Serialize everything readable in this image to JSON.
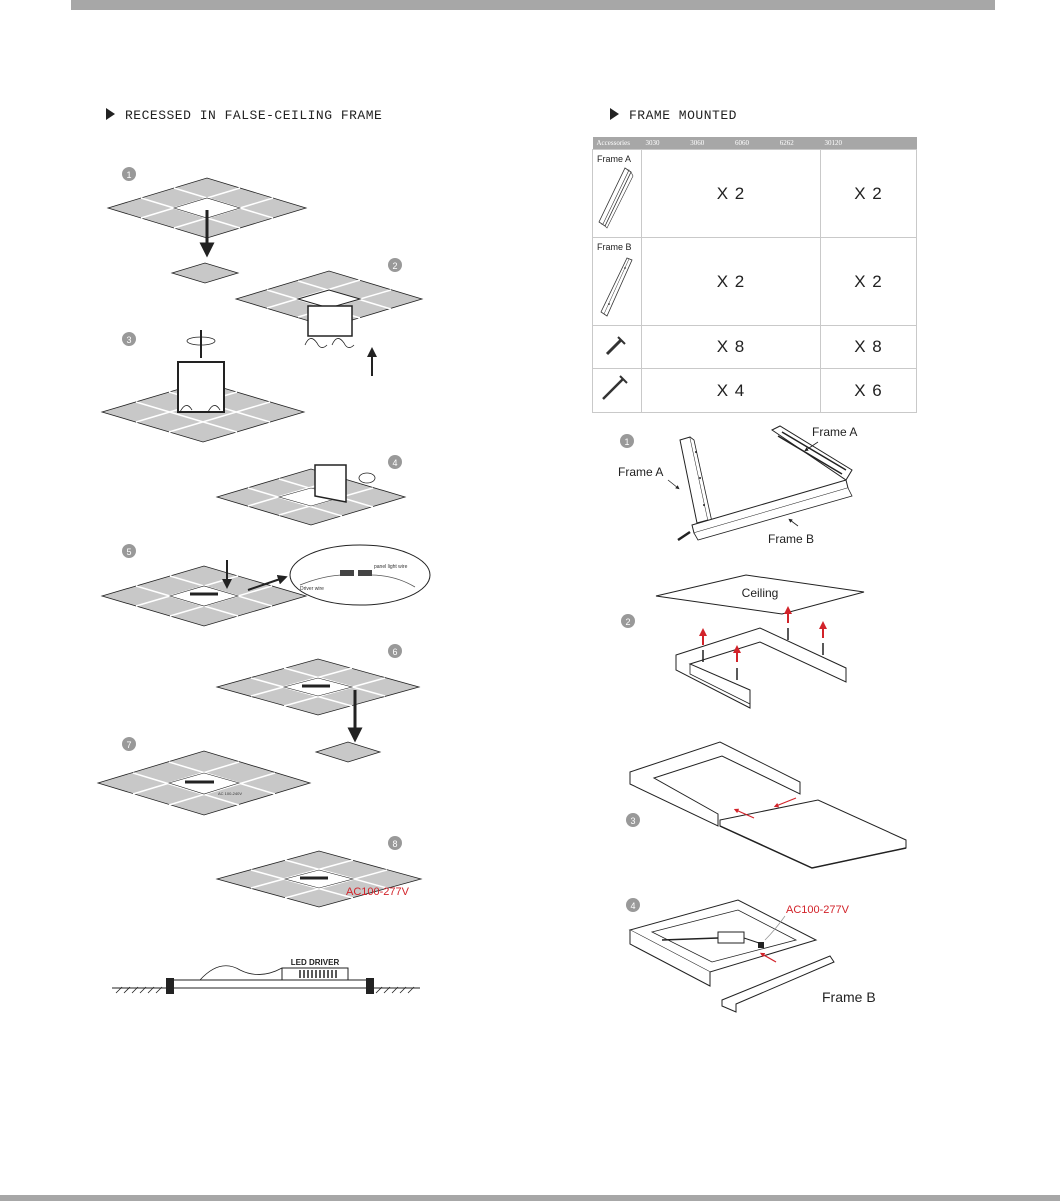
{
  "headings": {
    "left": "RECESSED IN FALSE-CEILING FRAME",
    "right": "FRAME MOUNTED"
  },
  "table": {
    "columns": [
      "Accessories",
      "3030",
      "3060",
      "6060",
      "6262",
      "30120"
    ],
    "rows": [
      {
        "label": "Frame A",
        "icon": "frame-a-rail-icon",
        "qty_main": "X 2",
        "qty_30120": "X 2"
      },
      {
        "label": "Frame B",
        "icon": "frame-b-rail-icon",
        "qty_main": "X 2",
        "qty_30120": "X 2"
      },
      {
        "label": "",
        "icon": "short-screw-icon",
        "qty_main": "X 8",
        "qty_30120": "X 8"
      },
      {
        "label": "",
        "icon": "long-screw-icon",
        "qty_main": "X 4",
        "qty_30120": "X 6"
      }
    ]
  },
  "left_steps": [
    "1",
    "2",
    "3",
    "4",
    "5",
    "6",
    "7",
    "8"
  ],
  "right_steps": [
    "1",
    "2",
    "3",
    "4"
  ],
  "labels": {
    "driver_wire": "Driver wire",
    "panel_light_wire": "panel light wire",
    "ac_small": "AC 100-240V",
    "ac_voltage": "AC100-277V",
    "led_driver": "LED DRIVER",
    "frame_a": "Frame A",
    "frame_b": "Frame B",
    "ceiling": "Ceiling"
  },
  "colors": {
    "bar_gray": "#a7a7a7",
    "tile_gray": "#c8c8c8",
    "accent_red": "#d2232a"
  }
}
